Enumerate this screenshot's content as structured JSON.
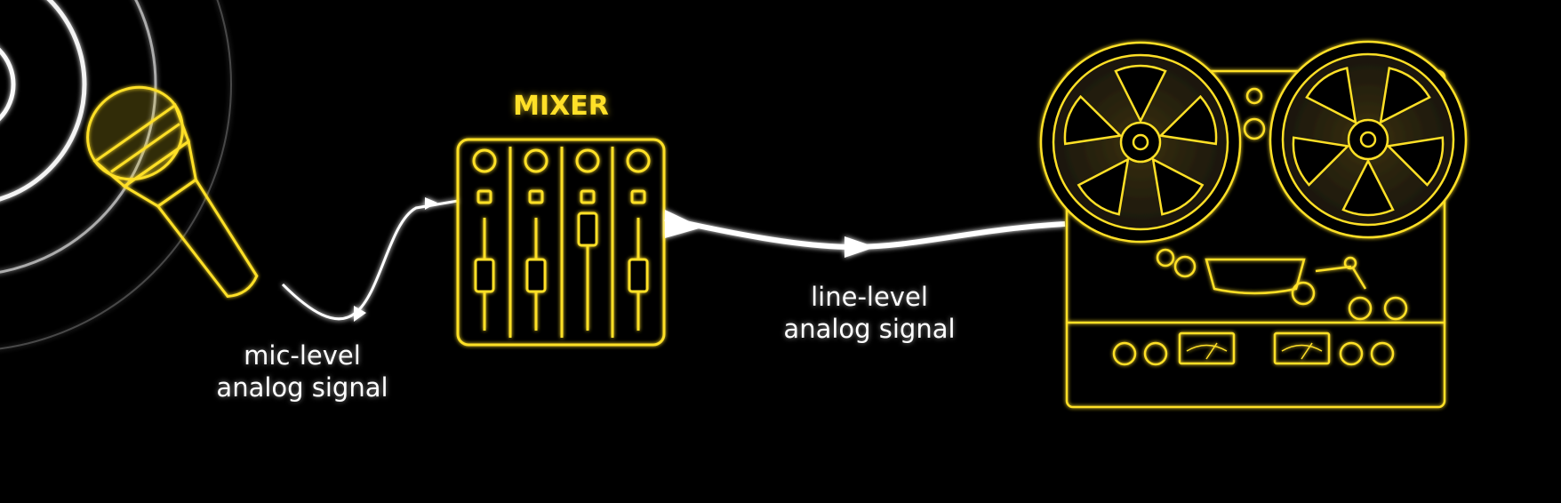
{
  "mixer": {
    "title": "MIXER"
  },
  "signals": {
    "mic_level": {
      "line1": "mic-level",
      "line2": "analog signal"
    },
    "line_level": {
      "line1": "line-level",
      "line2": "analog signal"
    }
  },
  "colors": {
    "background": "#000000",
    "accent": "#ffe028",
    "signal": "#ffffff"
  },
  "icons": [
    "sound-waves-icon",
    "microphone-icon",
    "mixer-icon",
    "reel-to-reel-tape-recorder-icon"
  ]
}
